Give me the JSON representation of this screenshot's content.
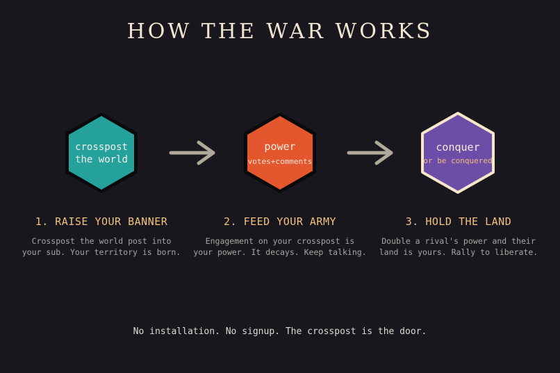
{
  "title": "HOW THE WAR WORKS",
  "colors": {
    "background": "#18171d",
    "hex1": "#24a29b",
    "hex2": "#e4562d",
    "hex3": "#6c4ea9",
    "hex3_border": "#f6e7c8",
    "arrow": "#b0a99a",
    "heading": "#f2c17e"
  },
  "steps": [
    {
      "hex_line1": "crosspost",
      "hex_line2": "the world",
      "heading": "1. RAISE YOUR BANNER",
      "desc_line1": "Crosspost the world post into",
      "desc_line2": "your sub. Your territory is born."
    },
    {
      "hex_line1": "power",
      "hex_line2": "votes+comments",
      "heading": "2. FEED YOUR ARMY",
      "desc_line1": "Engagement on your crosspost is",
      "desc_line2": "your power. It decays. Keep talking."
    },
    {
      "hex_line1": "conquer",
      "hex_line2": "or be conquered",
      "heading": "3. HOLD THE LAND",
      "desc_line1": "Double a rival's power and their",
      "desc_line2": "land is yours. Rally to liberate."
    }
  ],
  "footer": "No installation. No signup. The crosspost is the door."
}
